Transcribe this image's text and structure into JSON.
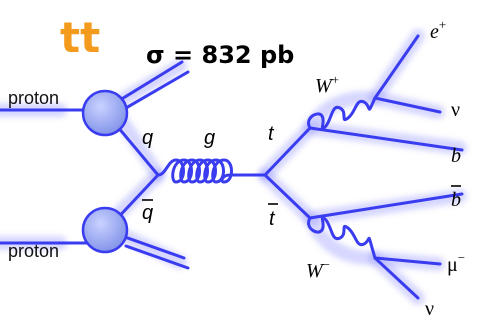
{
  "title": "tt",
  "cross_section": "σ = 832 pb",
  "labels": {
    "proton_top": "proton",
    "proton_bottom": "proton",
    "quark": "q",
    "antiquark": "q",
    "gluon": "g",
    "top": "t",
    "antitop": "t",
    "w_plus": "W",
    "w_plus_sup": "+",
    "w_minus": "W",
    "w_minus_sup": "−",
    "positron": "e",
    "positron_sup": "+",
    "neutrino_top": "ν",
    "bottom": "b",
    "antibottom": "b",
    "muon": "μ",
    "muon_sup": "−",
    "neutrino_bottom": "ν"
  },
  "colors": {
    "title": "#f49a1d",
    "lines": "#3a3cf0",
    "glow": "#8b8cff",
    "proton_fill": "#9aa9f0"
  }
}
